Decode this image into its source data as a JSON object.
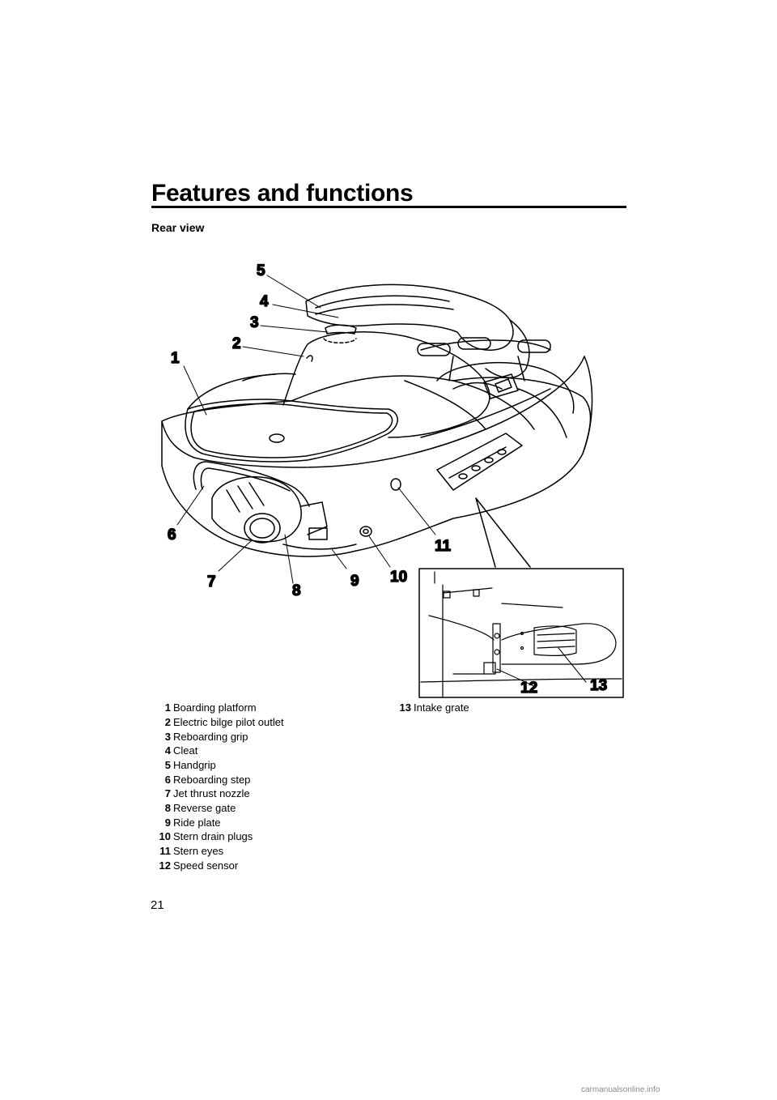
{
  "header": {
    "title": "Features and functions"
  },
  "section": {
    "heading": "Rear view"
  },
  "figure": {
    "callouts": [
      "1",
      "2",
      "3",
      "4",
      "5",
      "6",
      "7",
      "8",
      "9",
      "10",
      "11",
      "12",
      "13"
    ]
  },
  "legend": {
    "items": [
      {
        "num": "1",
        "label": "Boarding platform"
      },
      {
        "num": "2",
        "label": "Electric bilge pilot outlet"
      },
      {
        "num": "3",
        "label": "Reboarding grip"
      },
      {
        "num": "4",
        "label": "Cleat"
      },
      {
        "num": "5",
        "label": "Handgrip"
      },
      {
        "num": "6",
        "label": "Reboarding step"
      },
      {
        "num": "7",
        "label": "Jet thrust nozzle"
      },
      {
        "num": "8",
        "label": "Reverse gate"
      },
      {
        "num": "9",
        "label": "Ride plate"
      },
      {
        "num": "10",
        "label": "Stern drain plugs"
      },
      {
        "num": "11",
        "label": "Stern eyes"
      },
      {
        "num": "12",
        "label": "Speed sensor"
      },
      {
        "num": "13",
        "label": "Intake grate"
      }
    ]
  },
  "footer": {
    "page_number": "21",
    "watermark": "carmanualsonline.info"
  }
}
